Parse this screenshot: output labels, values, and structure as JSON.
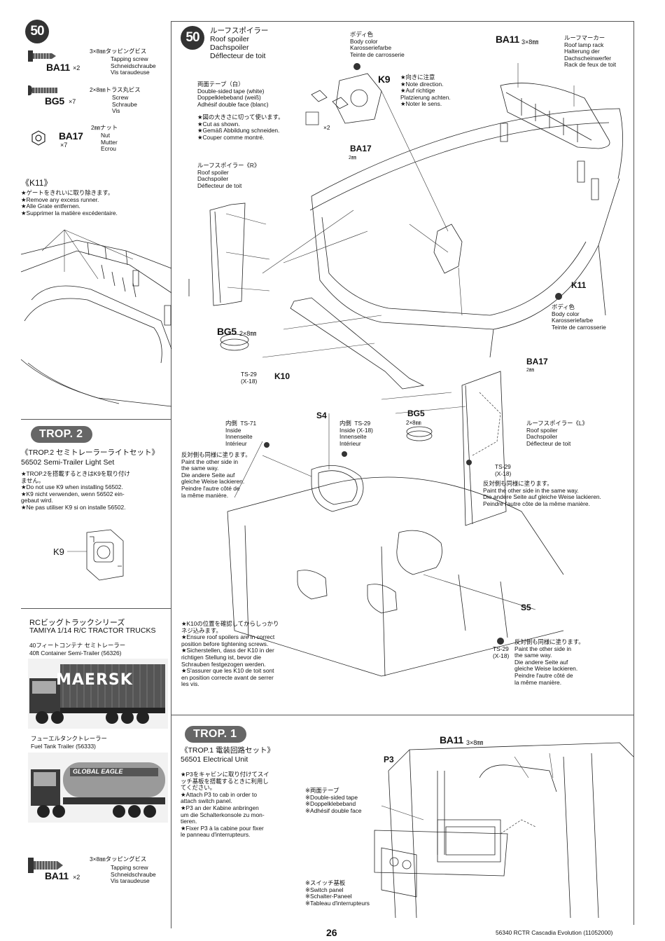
{
  "left_column": {
    "step_number": "50",
    "parts": [
      {
        "code": "BA11",
        "qty": "×2",
        "spec": "3×8㎜タッピングビス",
        "names": "Tapping screw\nSchneidschraube\nVis taraudeuse",
        "icon": "tapping-screw-icon"
      },
      {
        "code": "BG5",
        "qty": "×7",
        "spec": "2×8㎜トラス丸ビス",
        "names": "Screw\nSchraube\nVis",
        "icon": "truss-screw-icon"
      },
      {
        "code": "BA17",
        "qty": "×7",
        "spec": "2㎜ナット",
        "names": "Nut\nMutter\nEcrou",
        "icon": "hex-nut-icon"
      }
    ],
    "k11_title": "《K11》",
    "k11_notes": "★ゲートをきれいに取り除きます。\n★Remove any excess runner.\n★Alle Grate entfernen.\n★Supprimer la matière excédentaire.",
    "trop2_badge": "TROP. 2",
    "trop2_title": "《TROP.2 セミトレーラーライトセット》",
    "trop2_product": "56502 Semi-Trailer Light Set",
    "trop2_notes": "★TROP.2を搭載するときはK9を取り付け\nません。\n★Do not use K9 when installing 56502.\n★K9 nicht verwenden, wenn 56502 ein-\ngebaut wird.\n★Ne pas utiliser K9 si on installe 56502.",
    "k9_label": "K9",
    "series_title": "RCビッグトラックシリーズ",
    "series_subtitle": "TAMIYA 1/14 R/C TRACTOR TRUCKS",
    "trailer1_jp": "40フィートコンテナ セミトレーラー",
    "trailer1_en": "40ft Container Semi-Trailer (56326)",
    "trailer1_logo": "MAERSK",
    "trailer2_jp": "フューエルタンクトレーラー",
    "trailer2_en": "Fuel Tank Trailer (56333)",
    "trailer2_logo": "GLOBAL EAGLE",
    "bottom_part": {
      "code": "BA11",
      "qty": "×2",
      "spec": "3×8㎜タッピングビス",
      "names": "Tapping screw\nSchneidschraube\nVis taraudeuse"
    }
  },
  "main": {
    "step_number": "50",
    "roof_spoiler_title": "ルーフスポイラー\nRoof spoiler\nDachspoiler\nDéflecteur de toit",
    "tape_note": "両面テープ（白）\nDouble-sided tape (white)\nDoppelklebeband (weiß)\nAdhésif double face (blanc)",
    "cut_note": "★図の大きさに切って使います。\n★Cut as shown.\n★Gemäß Abbildung schneiden.\n★Couper comme montré.",
    "cut_qty": "×2",
    "roof_spoiler_r": "ルーフスポイラー《R》\nRoof spoiler\nDachspoiler\nDéflecteur de toit",
    "body_color_top": "ボディ色\nBody color\nKarosseriefarbe\nTeinte de carrosserie",
    "k9_label": "K9",
    "direction_note": "★向きに注意\n★Note direction.\n★Auf richtige\nPlatzierung achten.\n★Noter le sens.",
    "ba11_top": "BA11",
    "ba11_top_size": "3×8㎜",
    "roof_marker": "ルーフマーカー\nRoof lamp rack\nHalterung der\nDachscheinwerfer\nRack de feux de toit",
    "ba17_top": "BA17",
    "ba17_top_size": "2㎜",
    "k11_label": "K11",
    "body_color_right": "ボディ色\nBody color\nKarosseriefarbe\nTeinte de carrosserie",
    "ba17_right": "BA17",
    "ba17_right_size": "2㎜",
    "bg5_left": "BG5",
    "bg5_left_size": "2×8㎜",
    "ts29_k10": "TS-29\n(X-18)",
    "k10_label": "K10",
    "s4_label": "S4",
    "inside_ts71": "内側  TS-71\nInside\nInnenseite\nIntérieur",
    "inside_ts29": "内側  TS-29\nInside (X-18)\nInnenseite\nIntérieur",
    "bg5_mid": "BG5",
    "bg5_mid_size": "2×8㎜",
    "roof_spoiler_l": "ルーフスポイラー《L》\nRoof spoiler\nDachspoiler\nDéflecteur de toit",
    "paint_other_left": "反対側も同様に塗ります。\nPaint the other side in\nthe same way.\nDie andere Seite auf\ngleiche Weise lackieren.\nPeindre l'autre côté de\nla même manière.",
    "ts29_right": "TS-29\n(X-18)",
    "paint_other_right": "反対側も同様に塗ります。\nPaint the other side in the same way.\nDie andere Seite auf gleiche Weise lackieren.\nPeindre l'autre côte de la même manière.",
    "k10_note": "★K10の位置を確認してからしっかり\nネジ込みます。\n★Ensure roof spoilers are in correct\nposition before tightening screws.\n★Sicherstellen, dass der K10 in der\nrichtigen Stellung ist, bevor die\nSchrauben festgezogen werden.\n★S'assurer que les K10 de toit sont\nen position correcte avant de serrer\nles vis.",
    "s5_label": "S5",
    "ts29_s5": "TS-29\n(X-18)",
    "paint_s5": "反対側も同様に塗ります。\nPaint the other side in\nthe same way.\nDie andere Seite auf\ngleiche Weise lackieren.\nPeindre l'autre côté de\nla même manière."
  },
  "trop1": {
    "badge": "TROP. 1",
    "title": "《TROP.1 電装回路セット》",
    "product": "56501 Electrical Unit",
    "notes": "★P3をキャビンに取り付けてスイ\nッチ基板を搭載するときに利用し\nてください。\n★Attach P3 to cab in order to\nattach switch panel.\n★P3 an der Kabine anbringen\num die Schalterkonsole zu mon-\ntieren.\n★Fixer P3 à la cabine pour fixer\nle panneau d'interrupteurs.",
    "tape_note": "※両面テープ\n※Double-sided tape\n※Doppelklebeband\n※Adhésif double face",
    "switch_note": "※スイッチ基板\n※Switch panel\n※Schalter-Paneel\n※Tableau d'interrupteurs",
    "ba11_label": "BA11",
    "ba11_size": "3×8㎜",
    "p3_label": "P3"
  },
  "footer": {
    "page_number": "26",
    "doc_id": "56340 RCTR Cascadia Evolution (11052000)"
  }
}
